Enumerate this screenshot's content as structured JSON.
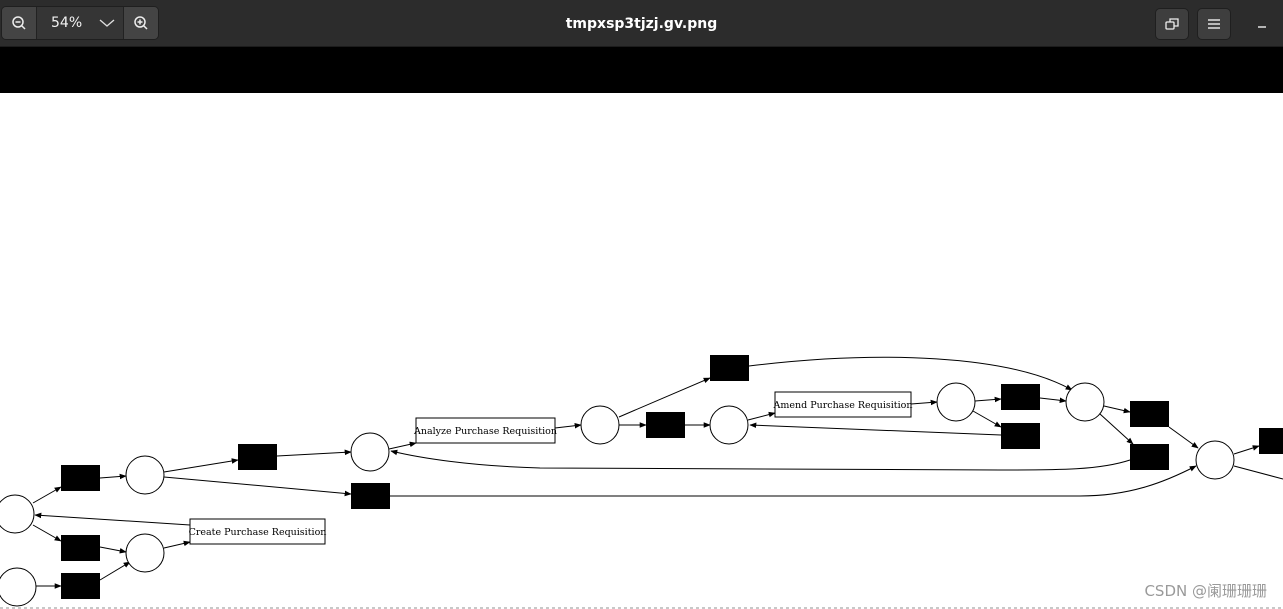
{
  "window": {
    "title": "tmpxsp3tjzj.gv.png",
    "zoom_level": "54%",
    "zoom_out_icon": "zoom-out-icon",
    "zoom_in_icon": "zoom-in-icon",
    "dropdown_icon": "chevron-down-icon",
    "fit_icon": "restore-view-icon",
    "menu_icon": "hamburger-menu-icon",
    "minimize_icon": "minimize-icon"
  },
  "diagram": {
    "labels": {
      "analyze": "Analyze Purchase Requisition",
      "amend": "Amend Purchase Requisition",
      "create": "Create Purchase Requisition"
    }
  },
  "watermark": "CSDN @阑珊珊珊"
}
